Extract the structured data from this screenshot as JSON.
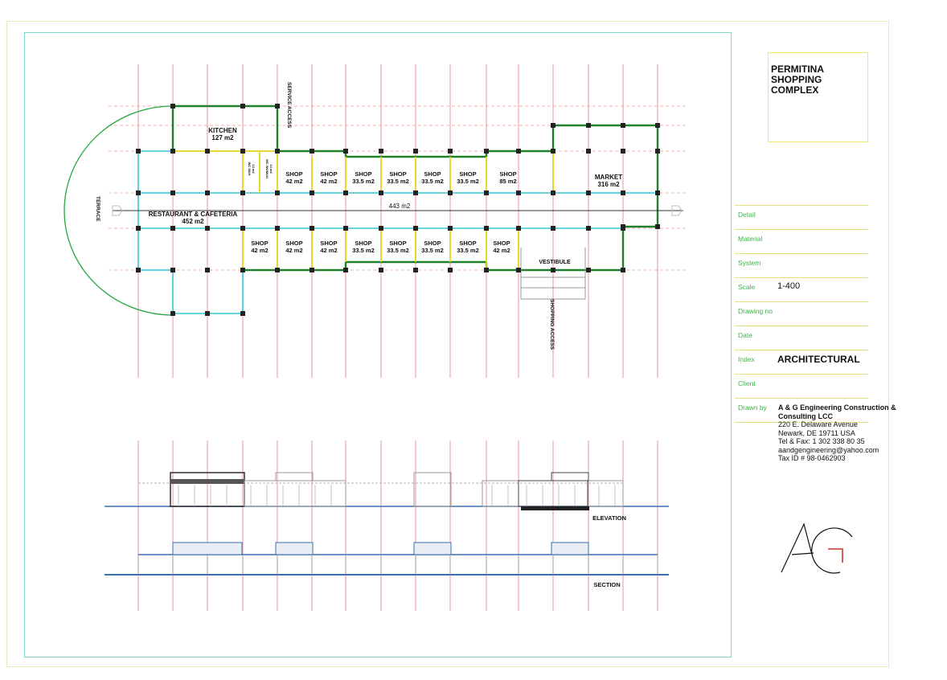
{
  "title_block": {
    "project_title": "PERMITINA\nSHOPPING COMPLEX",
    "fields": [
      {
        "label": "Detail",
        "value": ""
      },
      {
        "label": "Material",
        "value": ""
      },
      {
        "label": "System",
        "value": ""
      },
      {
        "label": "Scale",
        "value": "1-400"
      },
      {
        "label": "Drawing no",
        "value": ""
      },
      {
        "label": "Date",
        "value": ""
      },
      {
        "label": "Index",
        "value": "ARCHITECTURAL"
      },
      {
        "label": "Client",
        "value": ""
      },
      {
        "label": "Drawn by",
        "value": ""
      }
    ],
    "company": {
      "name_line1": "A & G Engineering Construction &",
      "name_line2": "Consulting LCC",
      "address1": "220 E. Delaware Avenue",
      "address2": "Newark, DE 19711 USA",
      "phone": "Tel & Fax: 1 302 338 80 35",
      "email": "aandgengineering@yahoo.com",
      "tax": "Tax ID # 98-0462903"
    },
    "logo_letters": "AG"
  },
  "plan": {
    "labels": {
      "kitchen": "KITCHEN",
      "kitchen_area": "127 m2",
      "service_access": "SERVICE ACCESS",
      "terrace": "TERRACE",
      "restaurant": "RESTAURANT & CAFETERIA",
      "restaurant_area": "452 m2",
      "corridor_area": "443 m2",
      "market": "MARKET",
      "market_area": "316 m2",
      "vestibule": "VESTIBULE",
      "shopping_access": "SHOPPING ACCESS",
      "wc_man": "WC MAN",
      "wc_man_area": "14 m2",
      "wc_woman": "WC WOMAN",
      "wc_woman_area": "14 m2"
    },
    "shop_label": "SHOP",
    "top_shops": [
      "42 m2",
      "42 m2",
      "33.5 m2",
      "33.5 m2",
      "33.5 m2",
      "33.5 m2",
      "85 m2"
    ],
    "bottom_shops": [
      "42 m2",
      "42 m2",
      "42 m2",
      "33.5 m2",
      "33.5 m2",
      "33.5 m2",
      "33.5 m2",
      "42 m2"
    ]
  },
  "elevation": {
    "label": "ELEVATION"
  },
  "section": {
    "label": "SECTION"
  },
  "colors": {
    "grid": "#e06a6a",
    "wall_cyan": "#35c8d8",
    "wall_green": "#22a83a",
    "wall_yellow": "#e8d21a",
    "wall_dark": "#1a1a1a",
    "title_frame": "#f3ea66"
  }
}
